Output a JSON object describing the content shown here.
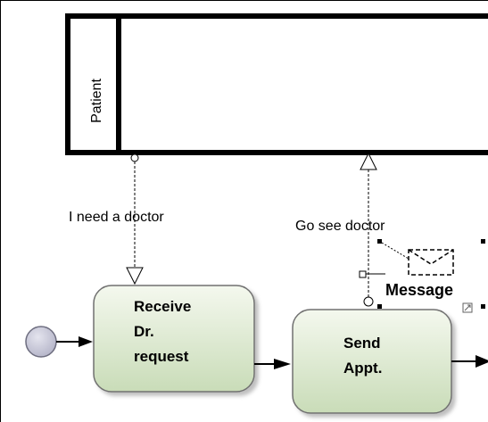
{
  "diagram": {
    "pool": {
      "label": "Patient"
    },
    "message_flows": [
      {
        "label": "I need a doctor"
      },
      {
        "label": "Go see doctor"
      }
    ],
    "tasks": [
      {
        "lines": [
          "Receive",
          "Dr.",
          "request"
        ]
      },
      {
        "lines": [
          "Send",
          "Appt."
        ]
      }
    ],
    "message": {
      "label": "Message"
    },
    "colors": {
      "task_fill_top": "#f4f8ee",
      "task_fill_bottom": "#c9dcb8",
      "task_stroke": "#707070",
      "start_event_fill": "#b4b4c8",
      "line": "#000000"
    }
  }
}
